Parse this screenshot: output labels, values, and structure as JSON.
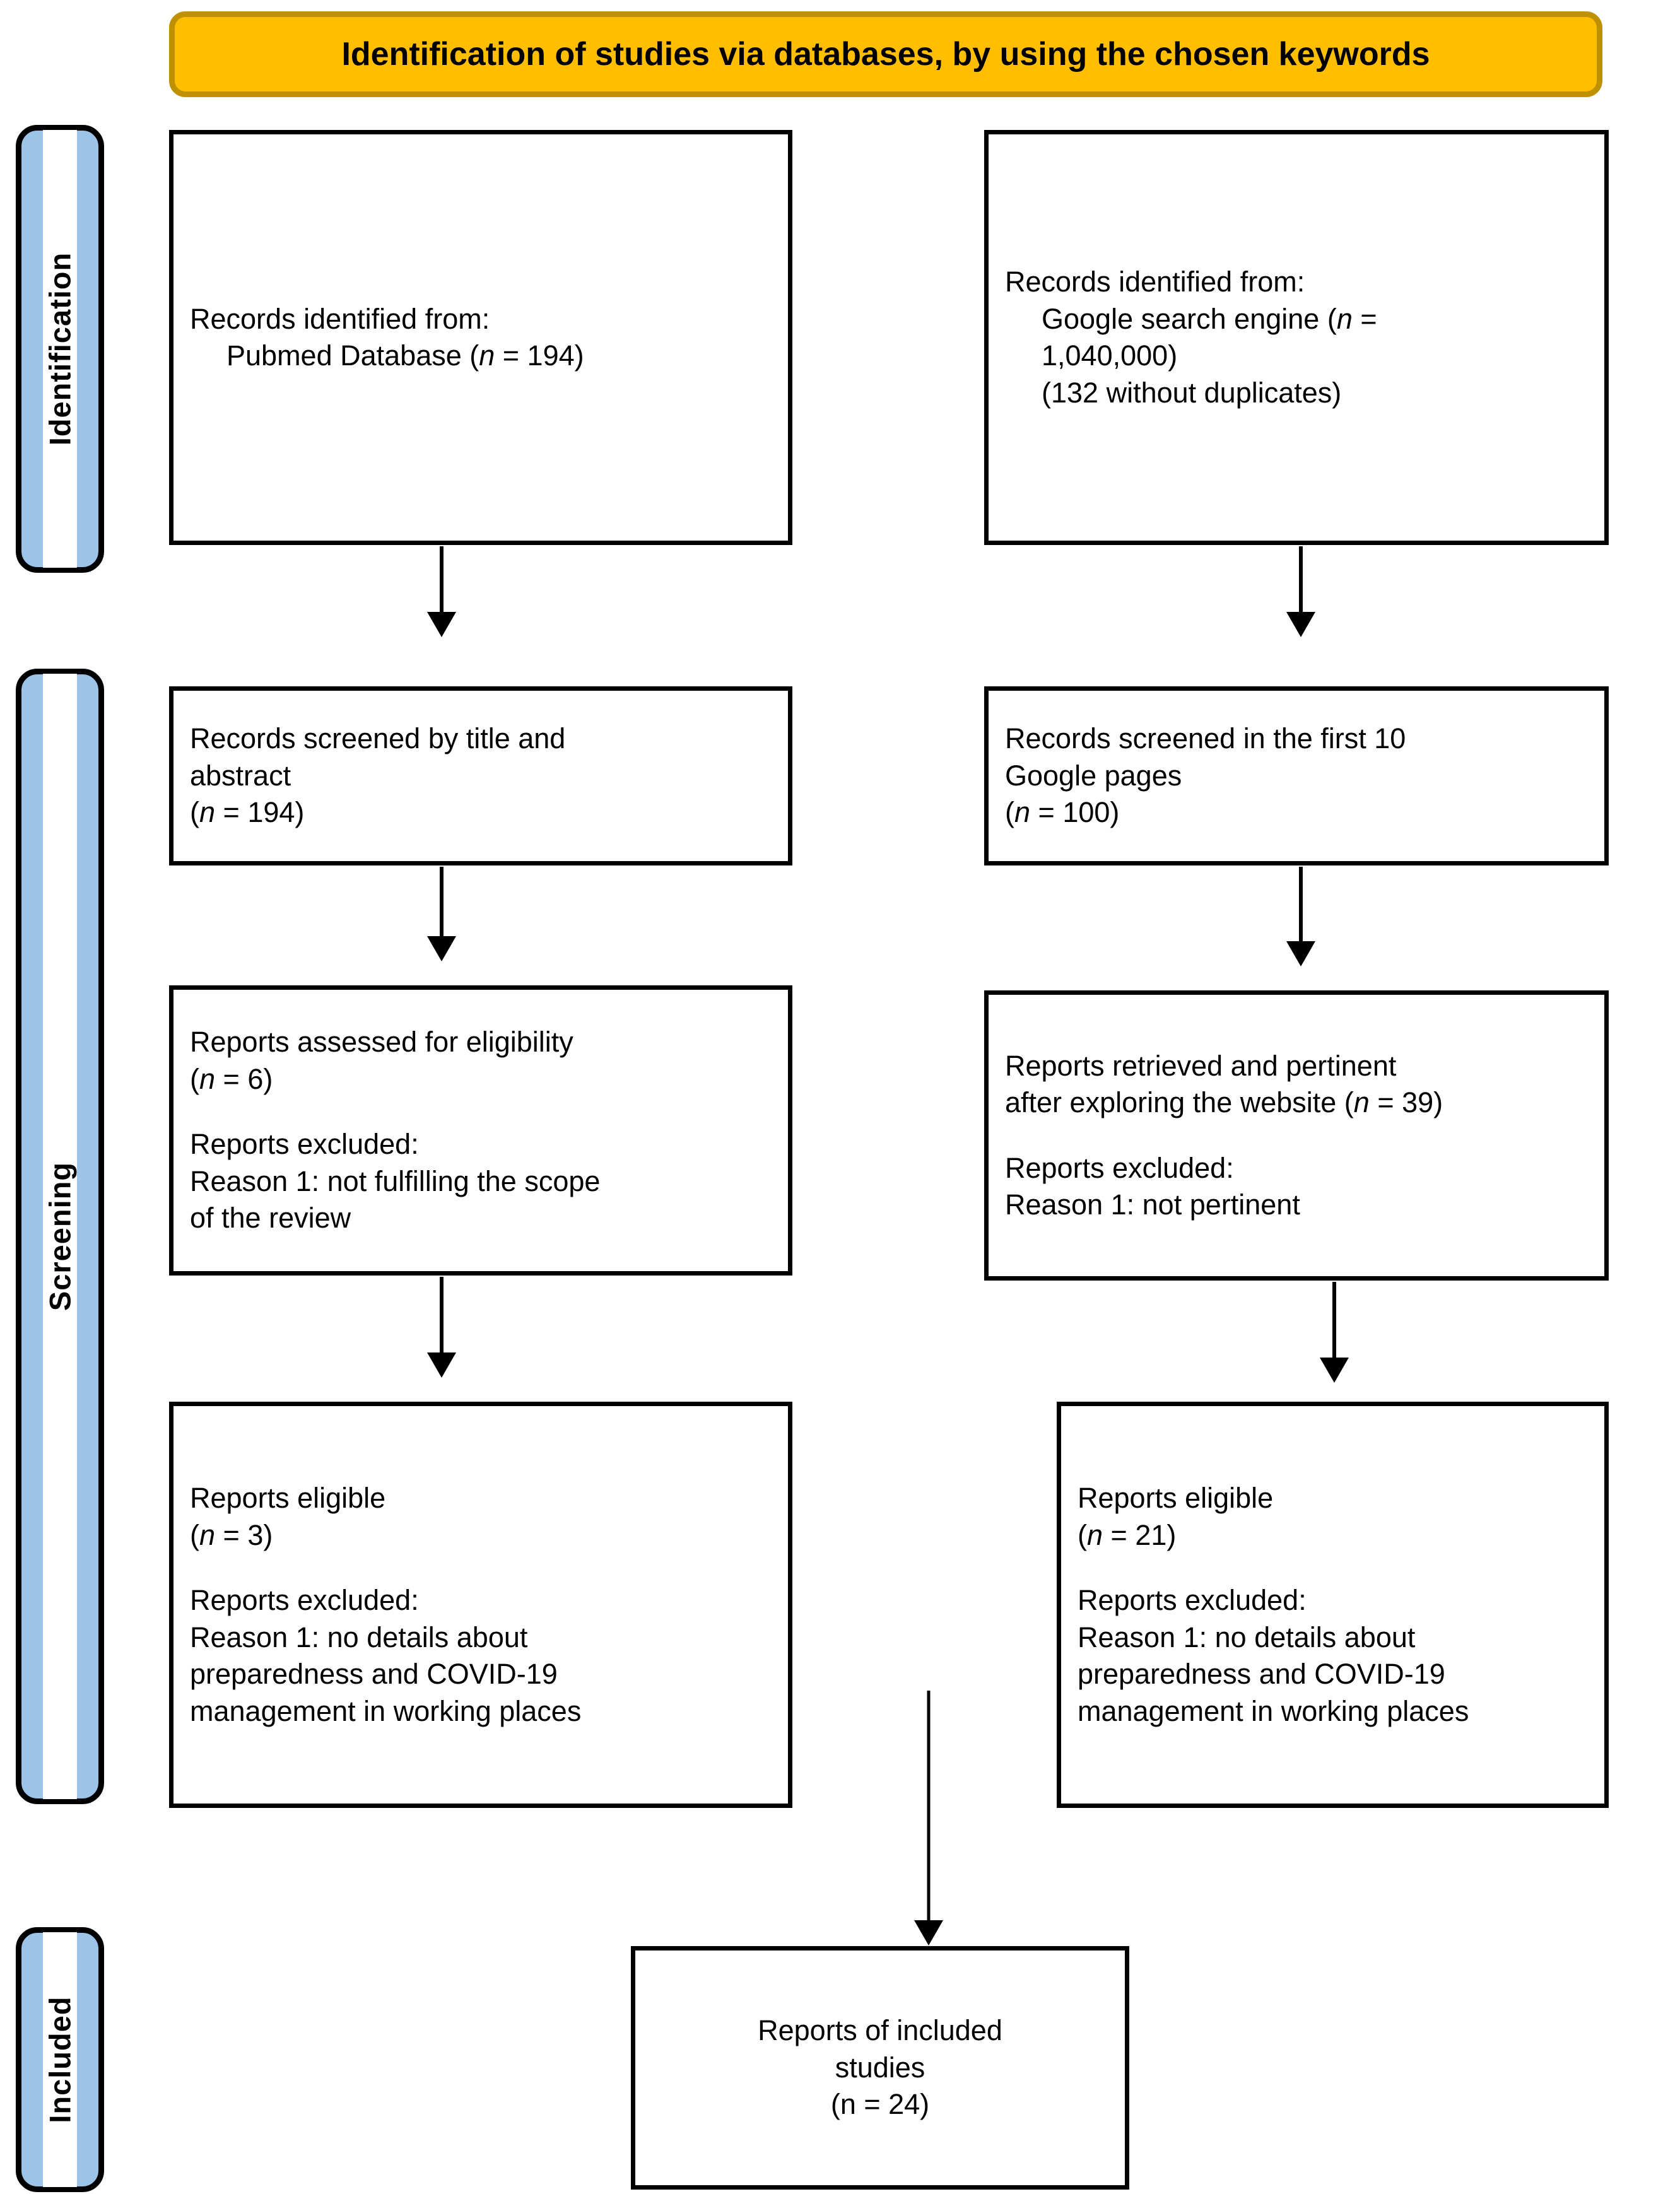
{
  "banner": {
    "title": "Identification of studies via databases, by using the chosen keywords",
    "fill_color": "#FFBF00",
    "border_color": "#BF9000"
  },
  "stages": [
    {
      "name": "identification",
      "label": "Identification",
      "color": "#9CC3E8"
    },
    {
      "name": "screening",
      "label": "Screening",
      "color": "#9CC3E8"
    },
    {
      "name": "included",
      "label": "Included",
      "color": "#9CC3E8"
    }
  ],
  "boxes": {
    "pubmed": {
      "line1": "Records identified from:",
      "line2_indent": "Pubmed Database (",
      "line2_n": "n",
      "line2_tail": " = 194)"
    },
    "google": {
      "line1": "Records identified from:",
      "line2_indent": "Google search engine (",
      "line2_n": "n",
      "line2_tail": " =",
      "line3": "1,040,000)",
      "line4": "(132 without duplicates)"
    },
    "screened_left": {
      "line1": "Records screened by title and",
      "line2": "abstract",
      "line3_open": "(",
      "line3_n": "n",
      "line3_tail": " = 194)"
    },
    "screened_right": {
      "line1": "Records screened in the first 10",
      "line2": "Google pages",
      "line3_open": "(",
      "line3_n": "n",
      "line3_tail": " = 100)"
    },
    "eligibility_left": {
      "line1": "Reports assessed for eligibility",
      "line2_open": "(",
      "line2_n": "n",
      "line2_tail": " = 6)",
      "line3": "Reports excluded:",
      "line4": "Reason 1: not fulfilling the scope",
      "line5": "of the review"
    },
    "eligibility_right": {
      "line1": "Reports retrieved and pertinent",
      "line2a": "after exploring the website (",
      "line2_n": "n",
      "line2_tail": " = 39)",
      "line3": "Reports excluded:",
      "line4": "Reason 1: not pertinent"
    },
    "final_left": {
      "line1": "Reports eligible",
      "line2_open": "(",
      "line2_n": "n",
      "line2_tail": " = 3)",
      "line3": "Reports excluded:",
      "line4": "Reason 1: no details about",
      "line5": "preparedness and COVID-19",
      "line6": "management in working places"
    },
    "final_right": {
      "line1": "Reports eligible",
      "line2_open": "(",
      "line2_n": "n",
      "line2_tail": " = 21)",
      "line3": "Reports excluded:",
      "line4": "Reason 1: no details about",
      "line5": "preparedness and COVID-19",
      "line6": "management in working places"
    },
    "included": {
      "line1": "Reports of included",
      "line2": "studies",
      "line3": "(n = 24)"
    }
  },
  "chart_data": {
    "type": "flowchart",
    "title": "Identification of studies via databases, by using the chosen keywords",
    "stages": [
      "Identification",
      "Screening",
      "Included"
    ],
    "nodes": [
      {
        "id": "pubmed",
        "stage": "Identification",
        "column": "left",
        "label": "Records identified from: Pubmed Database",
        "n": 194
      },
      {
        "id": "google",
        "stage": "Identification",
        "column": "right",
        "label": "Records identified from: Google search engine",
        "n": 1040000,
        "without_duplicates": 132
      },
      {
        "id": "screened_left",
        "stage": "Screening",
        "column": "left",
        "label": "Records screened by title and abstract",
        "n": 194
      },
      {
        "id": "screened_right",
        "stage": "Screening",
        "column": "right",
        "label": "Records screened in the first 10 Google pages",
        "n": 100
      },
      {
        "id": "eligibility_left",
        "stage": "Screening",
        "column": "left",
        "label": "Reports assessed for eligibility",
        "n": 6,
        "excluded_reason": "Reason 1: not fulfilling the scope of the review"
      },
      {
        "id": "eligibility_right",
        "stage": "Screening",
        "column": "right",
        "label": "Reports retrieved and pertinent after exploring the website",
        "n": 39,
        "excluded_reason": "Reason 1: not pertinent"
      },
      {
        "id": "final_left",
        "stage": "Screening",
        "column": "left",
        "label": "Reports eligible",
        "n": 3,
        "excluded_reason": "Reason 1: no details about preparedness and COVID-19 management in working places"
      },
      {
        "id": "final_right",
        "stage": "Screening",
        "column": "right",
        "label": "Reports eligible",
        "n": 21,
        "excluded_reason": "Reason 1: no details about preparedness and COVID-19 management in working places"
      },
      {
        "id": "included",
        "stage": "Included",
        "column": "center",
        "label": "Reports of included studies",
        "n": 24
      }
    ],
    "edges": [
      {
        "from": "pubmed",
        "to": "screened_left"
      },
      {
        "from": "google",
        "to": "screened_right"
      },
      {
        "from": "screened_left",
        "to": "eligibility_left"
      },
      {
        "from": "screened_right",
        "to": "eligibility_right"
      },
      {
        "from": "eligibility_left",
        "to": "final_left"
      },
      {
        "from": "eligibility_right",
        "to": "final_right"
      },
      {
        "from": "final_right",
        "to": "included"
      }
    ]
  }
}
